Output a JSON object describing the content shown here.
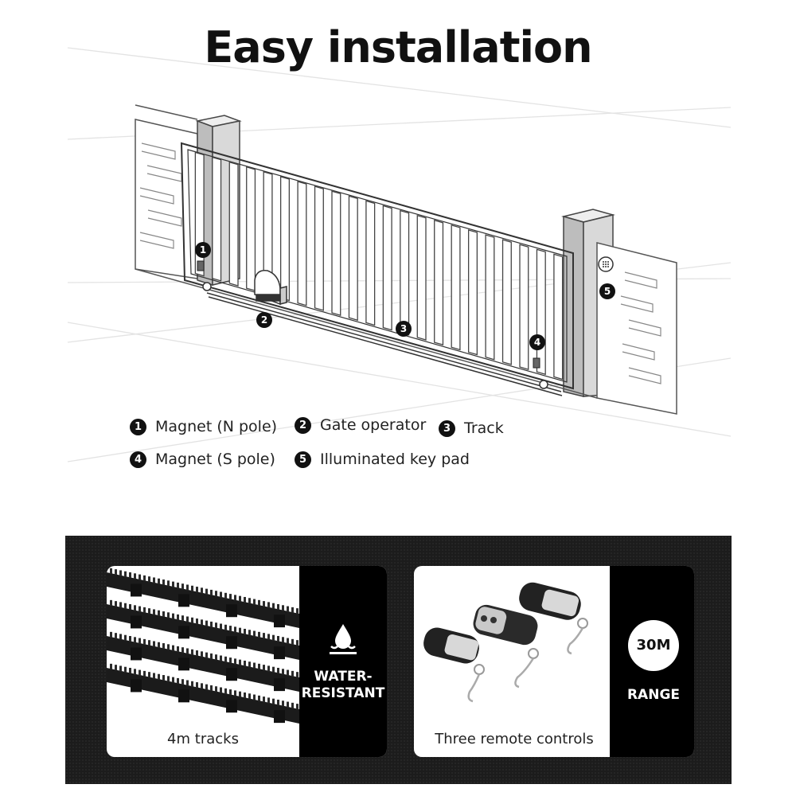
{
  "title": "Easy installation",
  "legend": [
    {
      "num": "1",
      "label": "Magnet (N pole)"
    },
    {
      "num": "2",
      "label": "Gate operator"
    },
    {
      "num": "3",
      "label": "Track"
    },
    {
      "num": "4",
      "label": "Magnet (S pole)"
    },
    {
      "num": "5",
      "label": "Illuminated key pad"
    }
  ],
  "features": {
    "tracks": {
      "caption": "4m tracks",
      "badge": "WATER-\nRESISTANT",
      "icon": "water-drop-icon"
    },
    "remotes": {
      "caption": "Three remote controls",
      "badge_value": "30M",
      "badge_label": "RANGE"
    }
  }
}
